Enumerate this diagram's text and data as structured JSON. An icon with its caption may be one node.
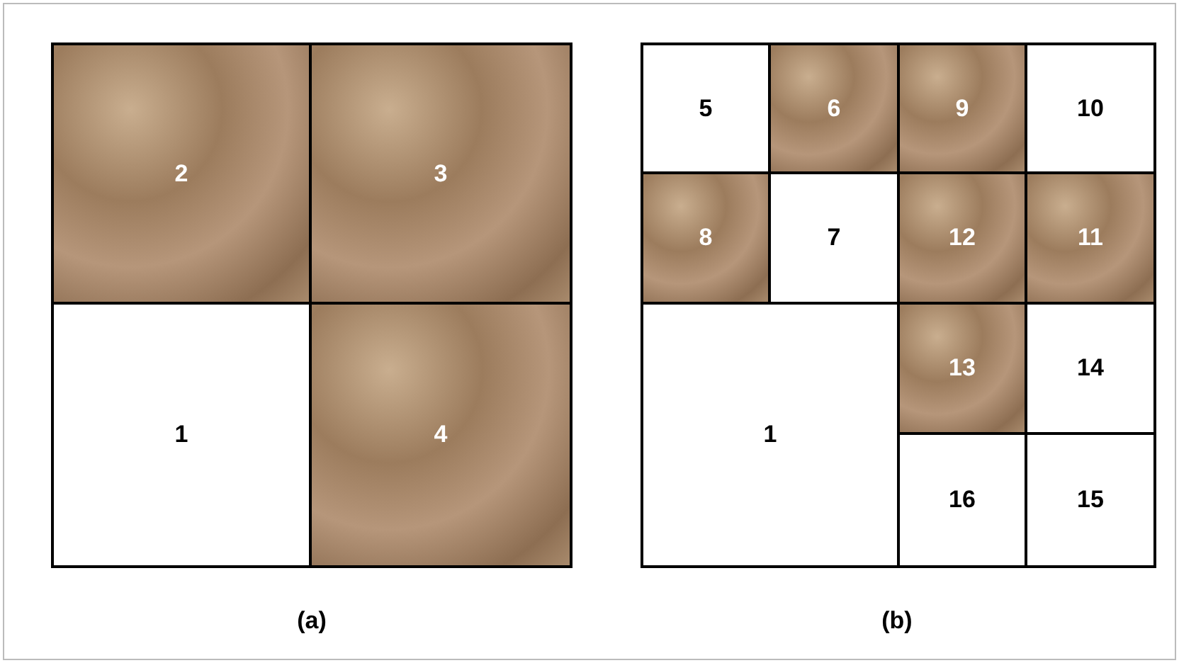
{
  "diagram": {
    "nodes": [
      {
        "text": [
          "2"
        ]
      },
      {
        "text": [
          "3"
        ]
      },
      {
        "text": [
          "1"
        ]
      },
      {
        "text": [
          "4"
        ]
      },
      {
        "text": [
          "5"
        ]
      },
      {
        "text": [
          "6"
        ]
      },
      {
        "text": [
          "9"
        ]
      },
      {
        "text": [
          "10"
        ]
      },
      {
        "text": [
          "8"
        ]
      },
      {
        "text": [
          "7"
        ]
      },
      {
        "text": [
          "12"
        ]
      },
      {
        "text": [
          "11"
        ]
      },
      {
        "text": [
          "1"
        ]
      },
      {
        "text": [
          "13"
        ]
      },
      {
        "text": [
          "14"
        ]
      },
      {
        "text": [
          "16"
        ]
      },
      {
        "text": [
          "15"
        ]
      }
    ],
    "labels": [
      "(a)",
      "(b)"
    ]
  }
}
